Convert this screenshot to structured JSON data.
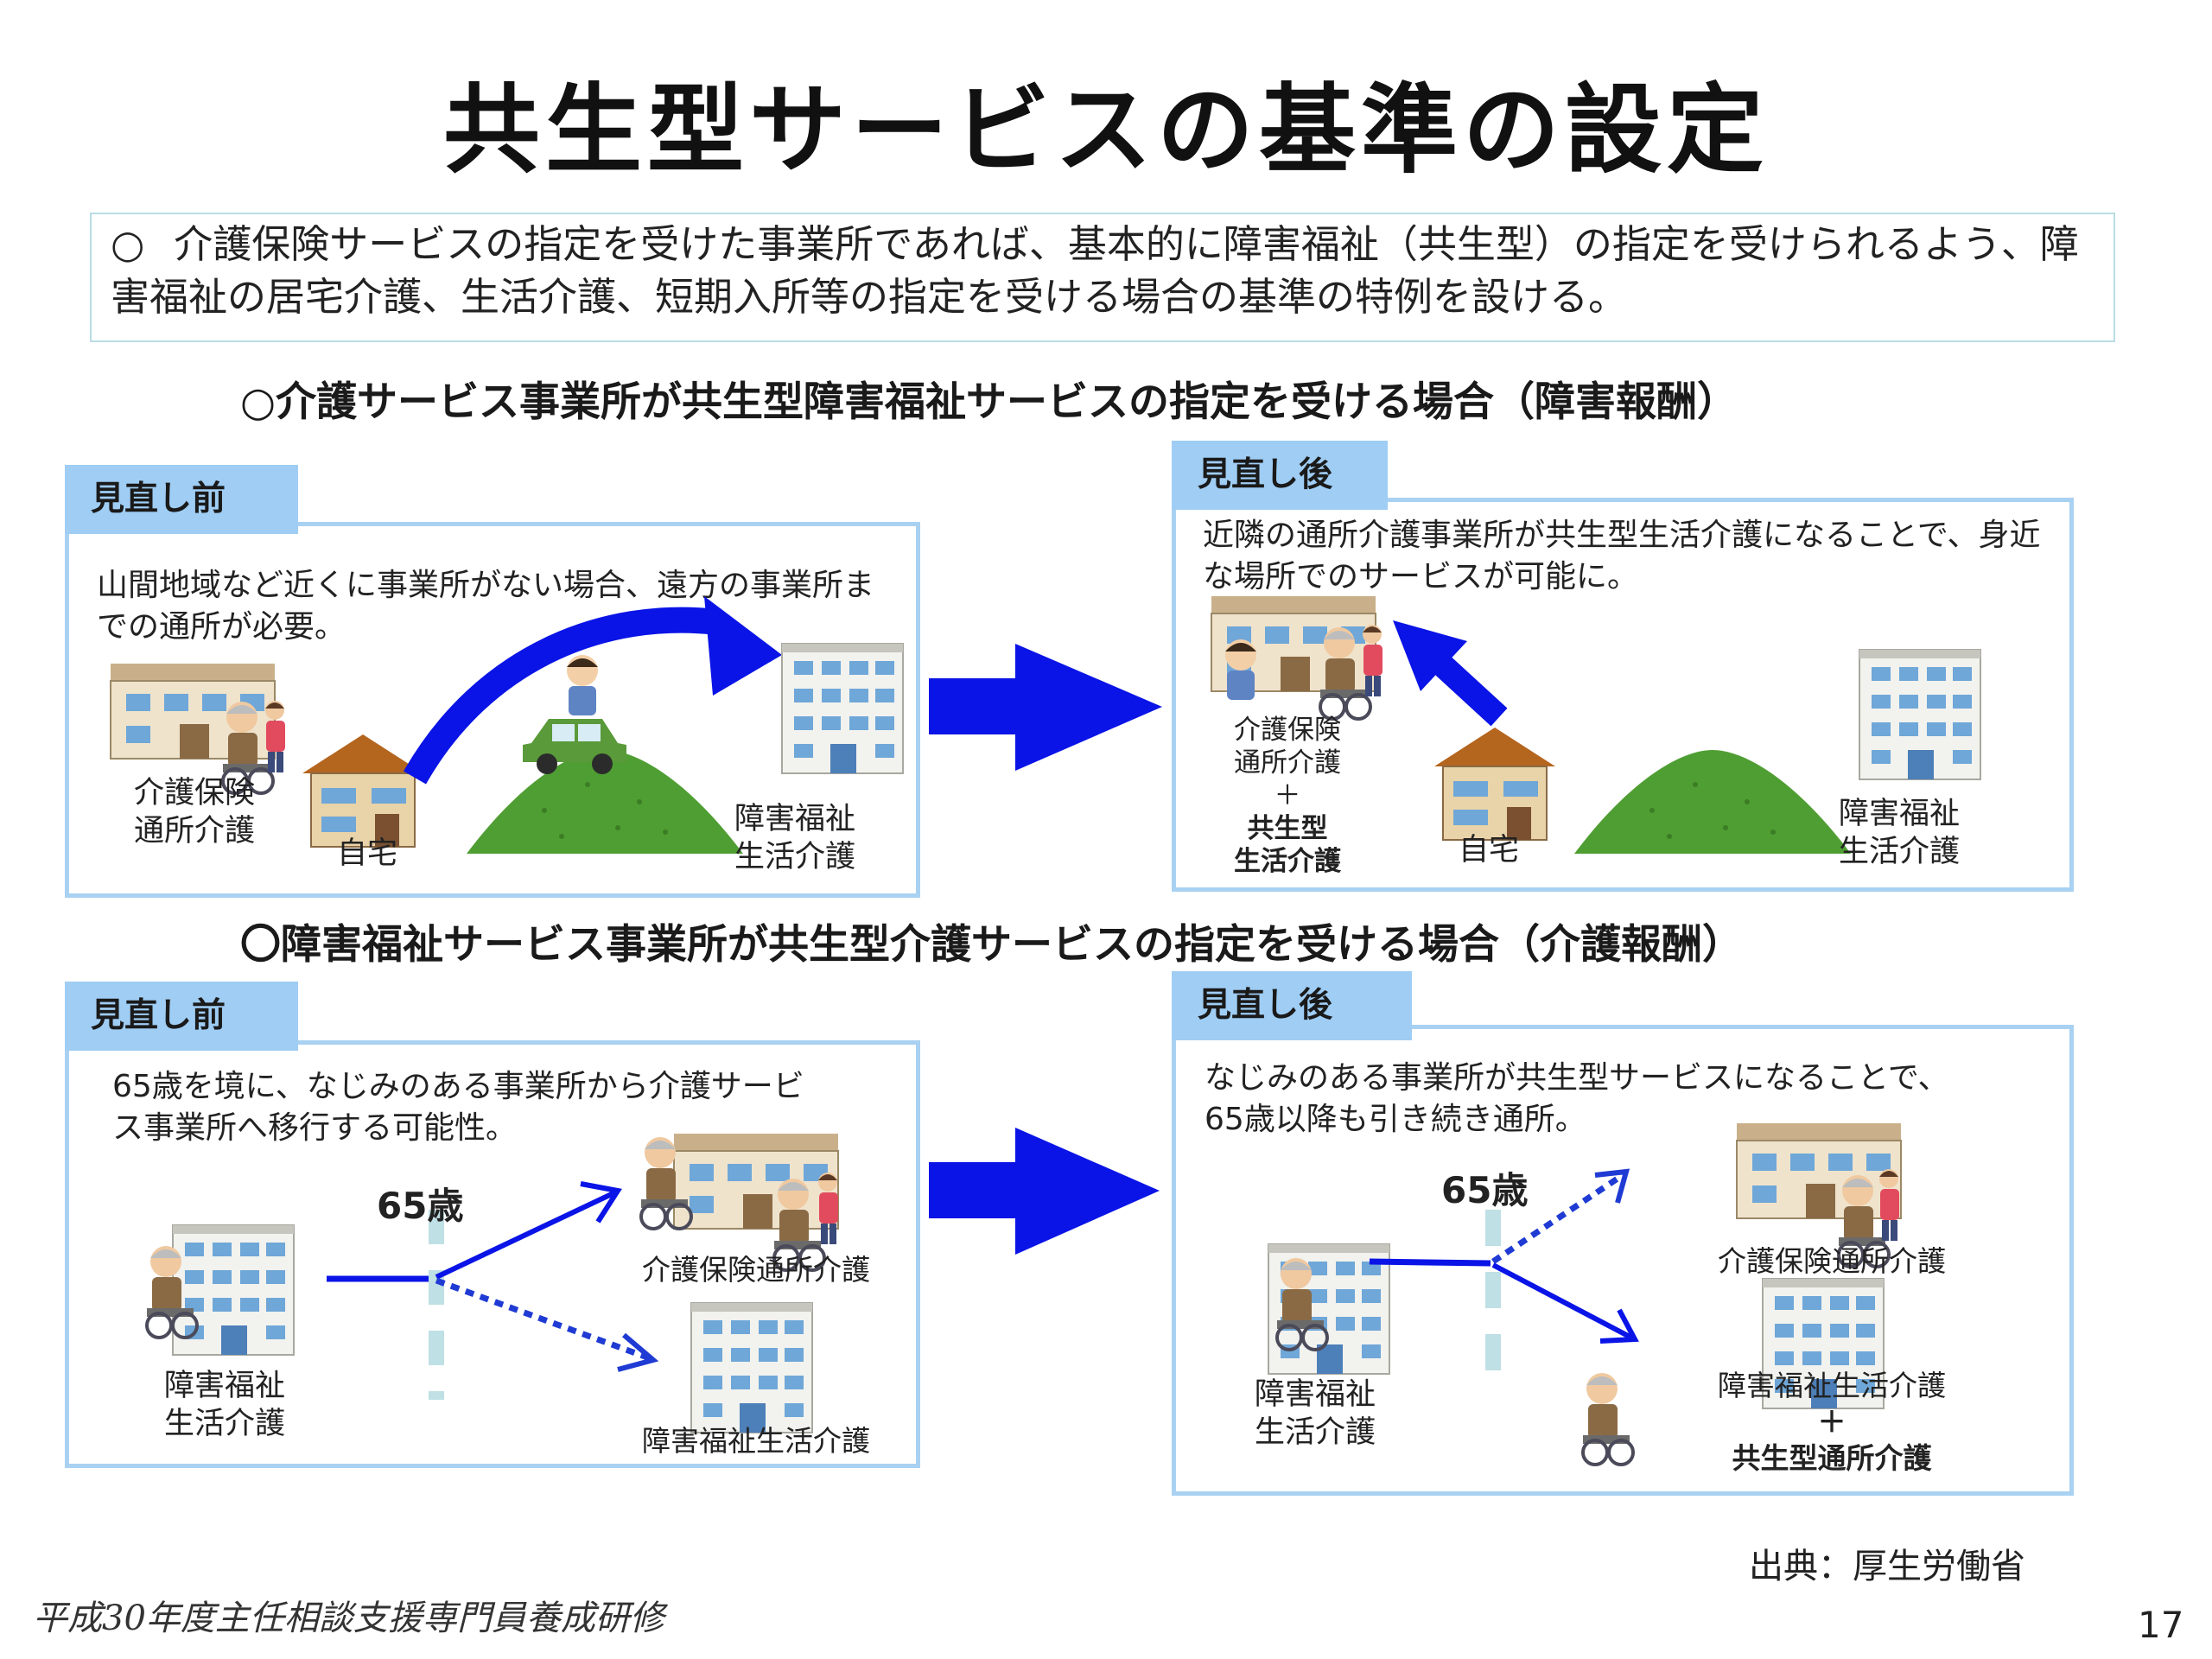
{
  "title": "共生型サービスの基準の設定",
  "summary": {
    "bullet": "○",
    "text": "介護保険サービスの指定を受けた事業所であれば、基本的に障害福祉（共生型）の指定を受けられるよう、障害福祉の居宅介護、生活介護、短期入所等の指定を受ける場合の基準の特例を設ける。"
  },
  "section1": {
    "heading": "○介護サービス事業所が共生型障害福祉サービスの指定を受ける場合（障害報酬）",
    "before": {
      "tab": "見直し前",
      "desc": "山間地域など近くに事業所がない場合、遠方の事業所までの通所が必要。",
      "label_care": [
        "介護保険",
        "通所介護"
      ],
      "label_home": "自宅",
      "label_disability": [
        "障害福祉",
        "生活介護"
      ]
    },
    "after": {
      "tab": "見直し後",
      "desc": "近隣の通所介護事業所が共生型生活介護になることで、身近な場所でのサービスが可能に。",
      "label_care": [
        "介護保険",
        "通所介護",
        "＋",
        "共生型",
        "生活介護"
      ],
      "label_home": "自宅",
      "label_disability": [
        "障害福祉",
        "生活介護"
      ]
    }
  },
  "section2": {
    "heading": "〇障害福祉サービス事業所が共生型介護サービスの指定を受ける場合（介護報酬）",
    "before": {
      "tab": "見直し前",
      "desc": "65歳を境に、なじみのある事業所から介護サービス事業所へ移行する可能性。",
      "age": "65歳",
      "label_origin": [
        "障害福祉",
        "生活介護"
      ],
      "label_care": "介護保険通所介護",
      "label_disability": "障害福祉生活介護"
    },
    "after": {
      "tab": "見直し後",
      "desc": "なじみのある事業所が共生型サービスになることで、65歳以降も引き続き通所。",
      "age": "65歳",
      "label_origin": [
        "障害福祉",
        "生活介護"
      ],
      "label_care": "介護保険通所介護",
      "label_disability": "障害福祉生活介護",
      "label_plus": "＋",
      "label_kyosei": "共生型通所介護"
    }
  },
  "source": "出典：厚生労働省",
  "course": "平成30年度主任相談支援専門員養成研修",
  "page_number": "17",
  "colors": {
    "arrow_blue": "#0a14e6",
    "tab_blue": "#9fcdf4",
    "panel_border": "#a9d1f2",
    "hill_green": "#4f9e33",
    "road_marker": "#bfe0e4"
  }
}
